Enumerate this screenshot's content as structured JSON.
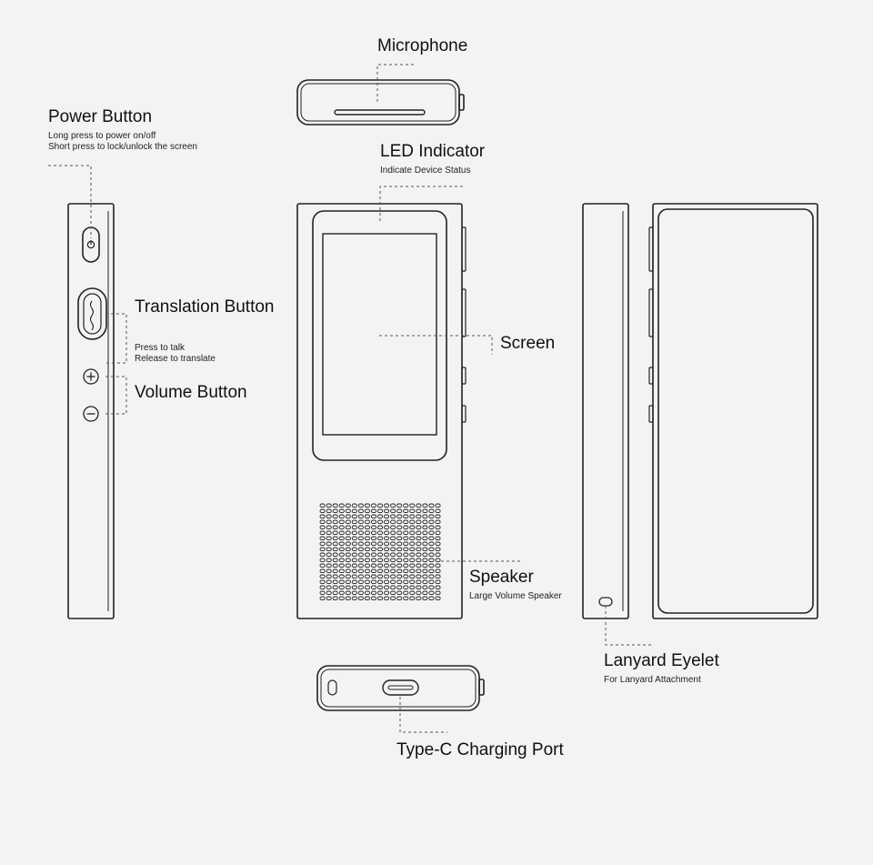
{
  "labels": {
    "microphone": {
      "title": "Microphone"
    },
    "power_button": {
      "title": "Power Button",
      "desc": [
        "Long press to power on/off",
        "Short press to lock/unlock the screen"
      ]
    },
    "led_indicator": {
      "title": "LED Indicator",
      "desc": "Indicate Device Status"
    },
    "translation_button": {
      "title": "Translation Button",
      "desc": [
        "Press to talk",
        "Release to translate"
      ]
    },
    "screen": {
      "title": "Screen"
    },
    "volume_button": {
      "title": "Volume Button"
    },
    "speaker": {
      "title": "Speaker",
      "desc": "Large Volume Speaker"
    },
    "lanyard_eyelet": {
      "title": "Lanyard Eyelet",
      "desc": "For Lanyard Attachment"
    },
    "type_c_port": {
      "title": "Type-C Charging Port"
    }
  },
  "colors": {
    "background": "#f3f3f3",
    "outline": "#222222",
    "leader": "#555555"
  }
}
